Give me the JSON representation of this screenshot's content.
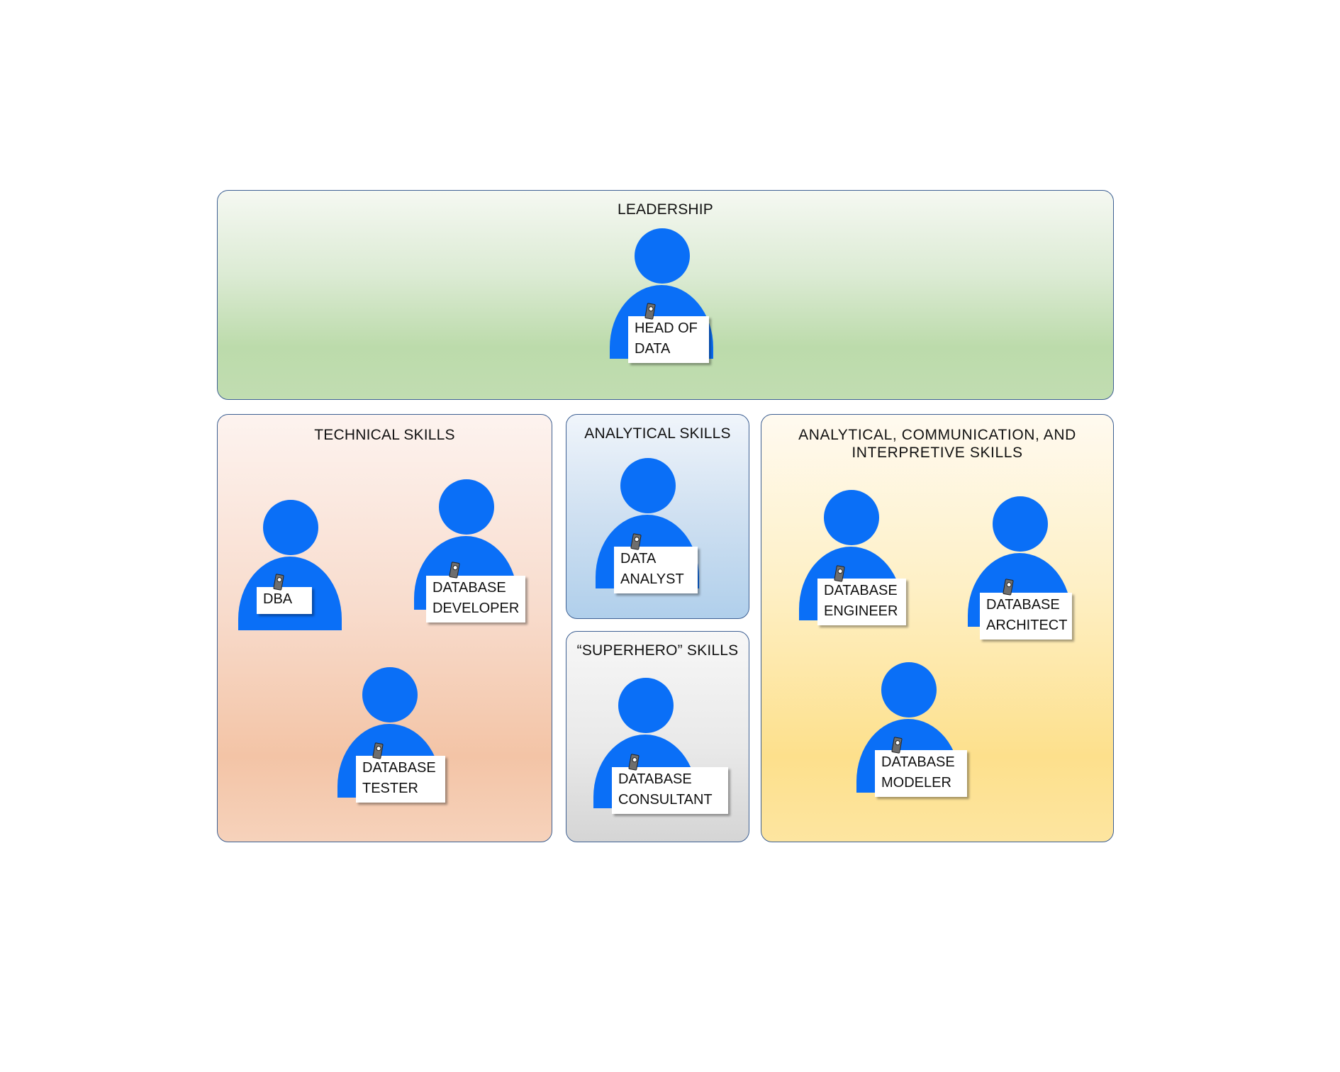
{
  "panels": {
    "leadership": {
      "title": "LEADERSHIP"
    },
    "technical": {
      "title": "TECHNICAL SKILLS"
    },
    "analytical": {
      "title": "ANALYTICAL SKILLS"
    },
    "superhero": {
      "title": "“SUPERHERO” SKILLS"
    },
    "communication": {
      "title_line1": "ANALYTICAL,  COMMUNICATION,  AND",
      "title_line2": "INTERPRETIVE  SKILLS"
    }
  },
  "roles": {
    "head_of_data": "HEAD OF\nDATA",
    "dba": "DBA",
    "database_developer": "DATABASE\nDEVELOPER",
    "database_tester": "DATABASE\nTESTER",
    "data_analyst": "DATA\nANALYST",
    "database_consultant": "DATABASE\nCONSULTANT",
    "database_engineer": "DATABASE\nENGINEER",
    "database_architect": "DATABASE\nARCHITECT",
    "database_modeler": "DATABASE\nMODELER"
  },
  "colors": {
    "person": "#0a6ff7",
    "panel_border": "#3d5f92"
  },
  "icons": {
    "person": "person-icon",
    "badge_clip": "badge-clip-icon"
  }
}
